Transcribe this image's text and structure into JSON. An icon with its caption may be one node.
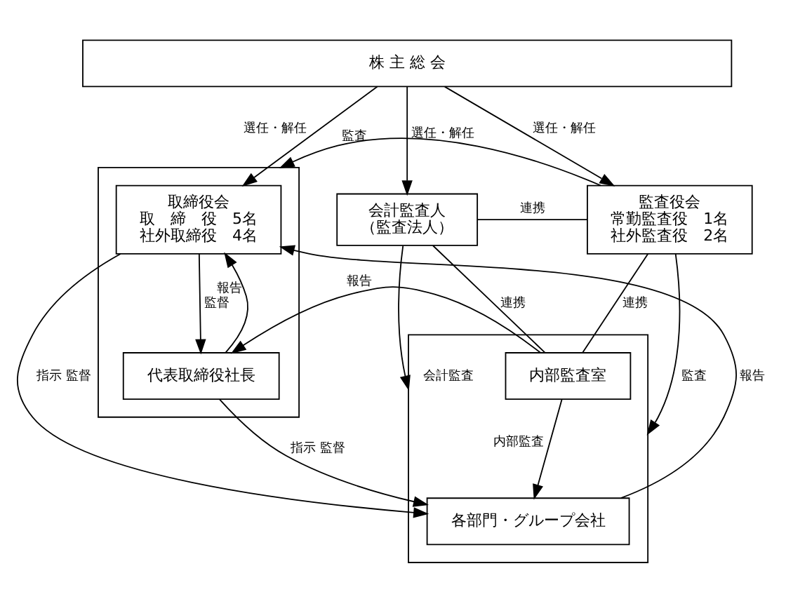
{
  "diagram": {
    "nodes": [
      {
        "text": [
          "株 主 総 会"
        ]
      },
      {
        "text": [
          "会計監査人",
          "（監査法人）"
        ]
      },
      {
        "text": [
          "監査役会",
          "常勤監査役　1名",
          "社外監査役　2名"
        ]
      },
      {
        "text": [],
        "shape": "box"
      },
      {
        "text": [
          "取締役会",
          "取　締　役　5名",
          "社外取締役　4名"
        ],
        "in": 3
      },
      {
        "text": [
          "代表取締役社長"
        ],
        "in": 3
      },
      {
        "text": [],
        "shape": "box"
      },
      {
        "text": [
          "各部門・グループ会社"
        ],
        "in": 6
      },
      {
        "text": [
          "内部監査室"
        ],
        "in": 6
      }
    ],
    "edges": [
      {
        "from": 0,
        "to": 1,
        "arrow": "to",
        "label": "選任・解任"
      },
      {
        "from": 0,
        "to": 2,
        "arrow": "to",
        "label": "選任・解任"
      },
      {
        "from": 0,
        "to": 4,
        "arrow": "to",
        "label": "選任・解任"
      },
      {
        "from": 1,
        "to": 2,
        "arrow": "none",
        "label": "連携"
      },
      {
        "from": 2,
        "to": 3,
        "arrow": "to",
        "label": "監査"
      },
      {
        "from": 4,
        "to": 5,
        "arrow": "to",
        "label": "監督"
      },
      {
        "from": 5,
        "to": 4,
        "arrow": "to",
        "label": "報告"
      },
      {
        "from": 1,
        "to": 8,
        "arrow": "none",
        "label": "連携"
      },
      {
        "from": 1,
        "to": 6,
        "arrow": "to",
        "label": "会計監査"
      },
      {
        "from": 2,
        "to": 8,
        "arrow": "none",
        "label": "連携"
      },
      {
        "from": 2,
        "to": 6,
        "arrow": "to",
        "label": "監査"
      },
      {
        "from": 4,
        "to": 7,
        "arrow": "to",
        "label": "指示 監督"
      },
      {
        "from": 7,
        "to": 4,
        "arrow": "to",
        "label": "報告"
      },
      {
        "from": 5,
        "to": 7,
        "arrow": "to",
        "label": "指示 監督"
      },
      {
        "from": 8,
        "to": 5,
        "arrow": "to",
        "label": "報告"
      },
      {
        "from": 8,
        "to": 7,
        "arrow": "to",
        "label": "内部監査"
      }
    ]
  }
}
